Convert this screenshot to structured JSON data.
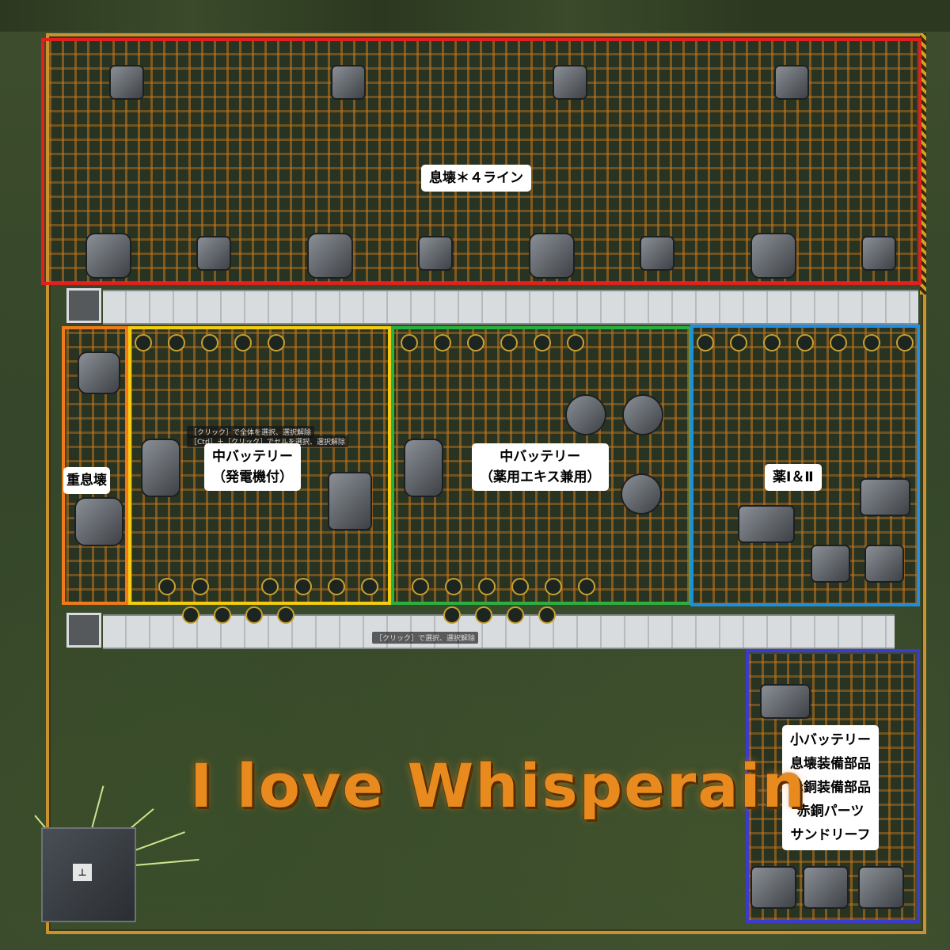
{
  "zones": {
    "red": {
      "label": "息壊＊４ライン"
    },
    "orange": {
      "label": "重息壊"
    },
    "yellow": {
      "lines": [
        "中バッテリー",
        "（発電機付）"
      ]
    },
    "green": {
      "lines": [
        "中バッテリー",
        "（薬用エキス兼用）"
      ]
    },
    "blue": {
      "label": "薬Ⅰ＆Ⅱ"
    },
    "indigo": {
      "lines": [
        "小バッテリー",
        "息壊装備部品",
        "赤銅装備部品",
        "赤銅パーツ",
        "サンドリーフ"
      ]
    }
  },
  "banner": {
    "text": "I love Whisperain"
  },
  "tooltips": {
    "select_all": "［クリック］で全体を選択、選択解除",
    "ctrl_click": "［Ctrl］＋［クリック］でセルを選択、選択解除",
    "click_select": "［クリック］で選択、選択解除"
  },
  "colors": {
    "red": "#e0201e",
    "orange": "#f07a1a",
    "yellow": "#f2cc10",
    "green": "#2ab040",
    "blue": "#1e8fe0",
    "indigo": "#3c3cc8",
    "belt": "#c87820",
    "banner": "#e88a1e"
  }
}
